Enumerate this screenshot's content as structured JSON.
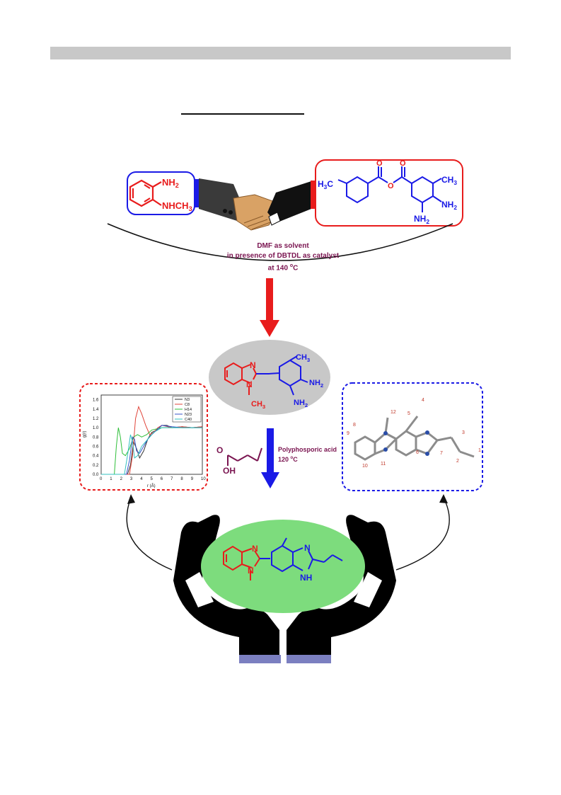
{
  "reactant_left": {
    "group_top": "NH2",
    "group_bottom": "NHCH3"
  },
  "reactant_right": {
    "methyl_left": "H3C",
    "methyl_right": "CH3",
    "amine_1": "NH2",
    "amine_2": "NH2",
    "ester_o": "O"
  },
  "conditions_1": {
    "line1": "DMF as solvent",
    "line2": "in presence of DBTDL as catalyst",
    "line3_prefix": "at 140",
    "line3_sup": "o",
    "line3_unit": "C"
  },
  "intermediate": {
    "methyl_ring": "CH3",
    "methyl_n": "CH3",
    "amine_1": "NH2",
    "amine_2": "NH2",
    "n_label": "N",
    "n_label_2": "N"
  },
  "conditions_2": {
    "reagent": "Polyphosporic acid",
    "temp": "120",
    "temp_sup": "o",
    "temp_unit": "C"
  },
  "acid": {
    "o_label": "O",
    "oh_label": "OH"
  },
  "product": {
    "n1": "N",
    "n2": "N",
    "n3": "N",
    "nh": "NH"
  },
  "rdf_chart": {
    "ylabel": "g(r)",
    "xlabel": "r (Å)",
    "legend": [
      "N3",
      "C8",
      "H14",
      "N23",
      "C40"
    ],
    "colors": [
      "#333333",
      "#e0453a",
      "#2fbf3a",
      "#3a55c8",
      "#33c0c0"
    ]
  },
  "chart_data": {
    "type": "line",
    "xlabel": "r (Å)",
    "ylabel": "g(r)",
    "xlim": [
      0,
      10
    ],
    "ylim": [
      0,
      1.7
    ],
    "x_ticks": [
      "0",
      "1",
      "2",
      "3",
      "4",
      "5",
      "6",
      "7",
      "8",
      "9",
      "10"
    ],
    "y_ticks": [
      "0.0",
      "0.2",
      "0.4",
      "0.6",
      "0.8",
      "1.0",
      "1.2",
      "1.4",
      "1.6"
    ],
    "series": [
      {
        "name": "N3",
        "x": [
          0,
          2.6,
          2.9,
          3.2,
          3.5,
          3.8,
          4.2,
          4.6,
          5.0,
          5.5,
          6.0,
          6.5,
          7.0,
          8.0,
          9.0,
          10
        ],
        "y": [
          0,
          0,
          0.2,
          0.7,
          0.55,
          0.35,
          0.5,
          0.75,
          0.9,
          0.95,
          1.05,
          1.05,
          1.0,
          1.02,
          1.0,
          1.02
        ]
      },
      {
        "name": "C8",
        "x": [
          0,
          2.8,
          3.1,
          3.4,
          3.7,
          4.0,
          4.4,
          4.8,
          5.2,
          5.6,
          6.0,
          7.0,
          8.0,
          9.0,
          10
        ],
        "y": [
          0,
          0,
          0.4,
          1.2,
          1.45,
          1.3,
          1.05,
          0.85,
          0.9,
          1.0,
          1.05,
          1.0,
          1.02,
          1.0,
          1.02
        ]
      },
      {
        "name": "H14",
        "x": [
          0,
          1.3,
          1.5,
          1.7,
          1.9,
          2.1,
          2.4,
          2.8,
          3.2,
          3.6,
          4.0,
          4.5,
          5.0,
          6.0,
          7.0,
          8.0,
          10
        ],
        "y": [
          0,
          0,
          0.6,
          1.0,
          0.8,
          0.45,
          0.4,
          0.55,
          0.8,
          0.85,
          0.8,
          0.85,
          0.95,
          1.0,
          1.0,
          1.0,
          1.0
        ]
      },
      {
        "name": "N23",
        "x": [
          0,
          2.5,
          2.8,
          3.1,
          3.3,
          3.5,
          3.8,
          4.2,
          4.6,
          5.0,
          5.5,
          6.0,
          7.0,
          8.0,
          10
        ],
        "y": [
          0,
          0,
          0.3,
          0.8,
          0.75,
          0.5,
          0.45,
          0.6,
          0.75,
          0.85,
          0.95,
          1.05,
          1.02,
          1.0,
          1.0
        ]
      },
      {
        "name": "C40",
        "x": [
          0,
          2.3,
          2.6,
          2.9,
          3.1,
          3.3,
          3.6,
          4.0,
          4.4,
          4.8,
          5.2,
          6.0,
          7.0,
          8.0,
          10
        ],
        "y": [
          0,
          0,
          0.4,
          0.85,
          0.7,
          0.35,
          0.4,
          0.6,
          0.7,
          0.8,
          0.9,
          1.0,
          1.0,
          1.0,
          1.0
        ]
      }
    ]
  },
  "crystal_labels": [
    "12",
    "4",
    "5",
    "8",
    "9",
    "10",
    "11",
    "6",
    "7",
    "3",
    "2",
    "1"
  ],
  "colors": {
    "red": "#e81c1c",
    "blue": "#1a1ae6",
    "maroon": "#7a1450",
    "lightgray": "#c8c8c8",
    "green": "#7ddc7d",
    "purple": "#7b7fc0"
  }
}
